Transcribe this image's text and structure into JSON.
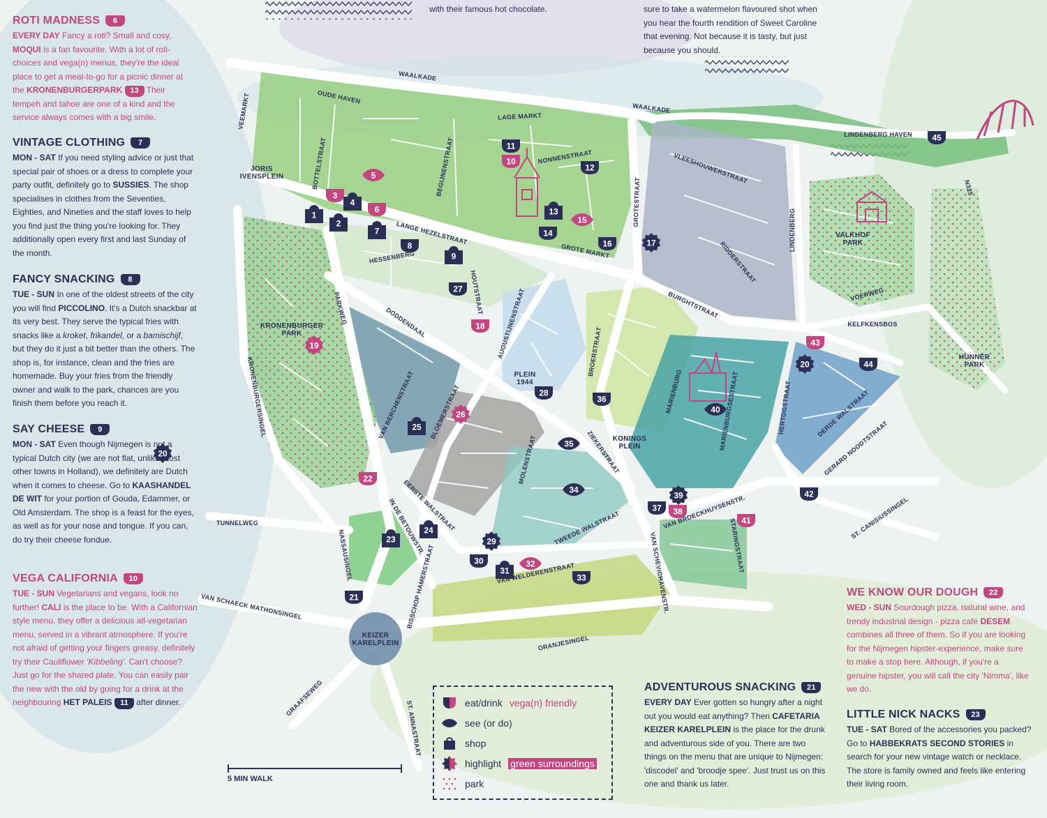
{
  "top_notes": {
    "center": "with their famous hot chocolate.",
    "right_lines": [
      "sure to take a watermelon flavoured shot when",
      "you hear the fourth rendition of Sweet Caroline",
      "that evening. Not because it is tasty, but just",
      "because you should."
    ]
  },
  "sections": {
    "roti": {
      "title": "ROTI MADNESS",
      "num": "6",
      "days": "EVERY DAY",
      "t1": "Fancy a roti? Small and cosy,",
      "name": "MOQUI",
      "t2": "is a fan favourite. With a lot of roti-choices and vega(n) menus, they're the ideal place to get a meal-to-go for a picnic dinner at the",
      "place": "KRONENBURGERPARK",
      "pnum": "13",
      "t3": "Their tempeh and tahoe are one of a kind and the service always comes with a big smile."
    },
    "vintage": {
      "title": "VINTAGE CLOTHING",
      "num": "7",
      "days": "MON - SAT",
      "t1": "If you need styling advice or just that special pair of shoes or a dress to complete your party outfit, definitely go to",
      "name": "SUSSIES",
      "t2": "The shop specialises in clothes from the Seventies, Eighties, and Nineties and the staff loves to help you find just the thing you're looking for. They additionally open every first and last Sunday of the month."
    },
    "snacking": {
      "title": "FANCY SNACKING",
      "num": "8",
      "days": "TUE - SUN",
      "t1": "In one of the oldest streets of the city you will find",
      "name": "PICCOLINO",
      "t2": "It's a Dutch snackbar at its very best. They serve the typical fries with snacks like a",
      "i1": "kroket",
      "i2": "frikandel",
      "t3": "or a",
      "i3": "bamischijf",
      "t4": "but they do it just a bit better than the others. The shop is, for instance, clean and the fries are homemade. Buy your fries from the friendly owner and walk to the park, chances are you finish them before you reach it."
    },
    "cheese": {
      "title": "SAY CHEESE",
      "num": "9",
      "days": "MON - SAT",
      "t1": "Even though Nijmegen is not a typical Dutch city (we are not flat, unlike most other towns in Holland), we definitely are Dutch when it comes to cheese. Go to",
      "name": "KAASHANDEL DE WIT",
      "t2": "for your portion of Gouda, Edammer, or Old Amsterdam. The shop is a feast for the eyes, as well as for your nose and tongue. If you can, do try their cheese fondue."
    },
    "vega": {
      "title": "VEGA CALIFORNIA",
      "num": "10",
      "days": "TUE - SUN",
      "t1": "Vegetarians and vegans, look no further!",
      "name": "CALI",
      "t2": "is the place to be. With a Californian style menu, they offer a delicious all-vegetarian menu, served in a vibrant atmosphere. If you're not afraid of getting your fingers greasy, definitely try their Cauliflower",
      "i1": "'Kibbeling'",
      "t3": ". Can't choose? Just go for the shared plate. You can easily pair the new with the old by going for a drink at the neighbouring",
      "name2": "HET PALEIS",
      "num2": "11",
      "t4": "after dinner."
    },
    "dough": {
      "title": "WE KNOW OUR DOUGH",
      "num": "22",
      "days": "WED - SUN",
      "t1": "Sourdough pizza, natural wine, and trendy industrial design - pizza café",
      "name": "DESEM",
      "t2": "combines all three of them. So if you are looking for the Nijmegen hipster-experience, make sure to make a stop here. Although, if you're a genuine hipster, you will call the city 'Nimma', like we do."
    },
    "adventurous": {
      "title": "ADVENTUROUS SNACKING",
      "num": "21",
      "days": "EVERY DAY",
      "t1": "Ever gotten so hungry after a night out you would eat anything? Then",
      "name": "CAFETARIA KEIZER KARELPLEIN",
      "t2": "is the place for the drunk and adventurous side of you. There are two things on the menu that are unique to Nijmegen: 'discodel' and 'broodje spee'. Just trust us on this one and thank us later."
    },
    "nacks": {
      "title": "LITTLE NICK NACKS",
      "num": "23",
      "days": "TUE - SAT",
      "t1": "Bored of the accessories you packed? Go to",
      "name": "HABBEKRATS SECOND STORIES",
      "t2": "in search for your new vintage watch or necklace. The store is family owned and feels like entering their living room."
    }
  },
  "legend": {
    "eat": "eat/drink",
    "vegan": "vega(n) friendly",
    "see": "see (or do)",
    "shop": "shop",
    "highlight": "highlight",
    "green": "green surroundings",
    "park": "park"
  },
  "scale": {
    "label": "5 MIN WALK"
  },
  "colors": {
    "navy": "#2b2f55",
    "pink": "#c2467f",
    "green_light": "#cfe7b3",
    "green": "#8fcf85",
    "teal": "#3e9fa6",
    "blue_grey": "#9aaabf",
    "grey": "#b8b9b8"
  },
  "streets": [
    "WAALKADE",
    "OUDE HAVEN",
    "VEEMARKT",
    "LAGE MARKT",
    "WAALKADE",
    "LINDENBERG HAVEN",
    "NONNENSTRAAT",
    "BEGIJNENSTRAAT",
    "BOTTELSTRAAT",
    "VLEESHOUWERSTRAAT",
    "GROTESTRAAT",
    "LINDENBERG",
    "N325",
    "LANGE HEZELSTRAAT",
    "HESSENBERG",
    "GROTE MARKT",
    "HOUTSTRAAT",
    "RIDDERSTRAAT",
    "VOERWEG",
    "BURGHTSTRAAT",
    "KELFKENSBOS",
    "DODDENDAAL",
    "PARKWEG",
    "AUGUSTIJNENSTRAAT",
    "BROERSTRAAT",
    "KRONENBURGERSINGEL",
    "VAN BERCHENSTRAAT",
    "BLOEMERSTRAAT",
    "MARIENBURG",
    "MARIENBURGSESTRAAT",
    "HERTOGSTRAAT",
    "DERDE WALSTRAAT",
    "GERARD NOODTSTRAAT",
    "MOLENSTRAAT",
    "ZIEKERSTRAAT",
    "EERSTE WALSTRAAT",
    "IN DE BETOUWSTR.",
    "TUNNELWEG",
    "NASSAUSINGEL",
    "VAN BROECKHUYSENSTR.",
    "STARINGSTRAAT",
    "TWEEDE WALSTRAAT",
    "VAN SCHEVICHAVENSTR.",
    "ST. CANISIUSSINGEL",
    "VAN WELDERENSTRAAT",
    "BISSCHOP HAMERSTRAAT",
    "VAN SCHAECK MATHONSINGEL",
    "ORANJESINGEL",
    "GRAAFSEWEG",
    "ST. ANNASTRAAT"
  ],
  "areas": [
    "JORIS IVENSPLEIN",
    "KRONENBURGER PARK",
    "VALKHOF PARK",
    "HUNNER PARK",
    "PLEIN 1944",
    "KONINGS PLEIN",
    "KEIZER KARELPLEIN"
  ],
  "markers": [
    {
      "n": "1",
      "kind": "shop"
    },
    {
      "n": "2",
      "kind": "shop"
    },
    {
      "n": "3",
      "kind": "eatv"
    },
    {
      "n": "4",
      "kind": "shop"
    },
    {
      "n": "5",
      "kind": "seev"
    },
    {
      "n": "6",
      "kind": "eatv"
    },
    {
      "n": "7",
      "kind": "shop"
    },
    {
      "n": "8",
      "kind": "eat"
    },
    {
      "n": "9",
      "kind": "shop"
    },
    {
      "n": "10",
      "kind": "eatv"
    },
    {
      "n": "11",
      "kind": "eat"
    },
    {
      "n": "12",
      "kind": "eat"
    },
    {
      "n": "13",
      "kind": "shop"
    },
    {
      "n": "14",
      "kind": "eat"
    },
    {
      "n": "15",
      "kind": "seev"
    },
    {
      "n": "16",
      "kind": "eat"
    },
    {
      "n": "17",
      "kind": "highlight"
    },
    {
      "n": "18",
      "kind": "eatv"
    },
    {
      "n": "19",
      "kind": "highlightv"
    },
    {
      "n": "20",
      "kind": "highlight"
    },
    {
      "n": "20",
      "kind": "highlight"
    },
    {
      "n": "21",
      "kind": "eat"
    },
    {
      "n": "22",
      "kind": "eatv"
    },
    {
      "n": "23",
      "kind": "shop"
    },
    {
      "n": "24",
      "kind": "shop"
    },
    {
      "n": "25",
      "kind": "shop"
    },
    {
      "n": "26",
      "kind": "highlightv"
    },
    {
      "n": "27",
      "kind": "eat"
    },
    {
      "n": "28",
      "kind": "eat"
    },
    {
      "n": "29",
      "kind": "highlight"
    },
    {
      "n": "30",
      "kind": "eat"
    },
    {
      "n": "31",
      "kind": "shop"
    },
    {
      "n": "32",
      "kind": "seev"
    },
    {
      "n": "33",
      "kind": "eat"
    },
    {
      "n": "34",
      "kind": "see"
    },
    {
      "n": "35",
      "kind": "see"
    },
    {
      "n": "36",
      "kind": "eat"
    },
    {
      "n": "37",
      "kind": "eat"
    },
    {
      "n": "38",
      "kind": "eatv"
    },
    {
      "n": "39",
      "kind": "highlight"
    },
    {
      "n": "40",
      "kind": "see"
    },
    {
      "n": "41",
      "kind": "eatv"
    },
    {
      "n": "42",
      "kind": "eat"
    },
    {
      "n": "43",
      "kind": "eatv"
    },
    {
      "n": "44",
      "kind": "eat"
    },
    {
      "n": "45",
      "kind": "eat"
    }
  ]
}
